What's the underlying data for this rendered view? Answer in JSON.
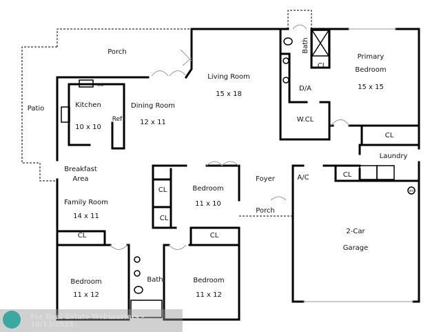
{
  "rooms": {
    "porch_top": "Porch",
    "patio": "Patio",
    "kitchen": {
      "name": "Kitchen",
      "size": "10 x 10"
    },
    "ref": "Ref",
    "dw": "DW",
    "dining": {
      "name": "Dining Room",
      "size": "12 x 11"
    },
    "living": {
      "name": "Living Room",
      "size": "15 x 18"
    },
    "bath_primary": "Bath",
    "cl_bath": "CL",
    "primary": {
      "name1": "Primary",
      "name2": "Bedroom",
      "size": "15 x 15"
    },
    "da": "D/A",
    "wcl": "W.CL",
    "cl_primary": "CL",
    "laundry": "Laundry",
    "cl_laundry": "CL",
    "ac": "A/C",
    "breakfast": {
      "name1": "Breakfast",
      "name2": "Area"
    },
    "family": {
      "name": "Family Room",
      "size": "14 x 11"
    },
    "cl_family": "CL",
    "cl_mid1": "CL",
    "cl_mid2": "CL",
    "bedroom_mid": {
      "name": "Bedroom",
      "size": "11 x 10"
    },
    "foyer": "Foyer",
    "porch_front": "Porch",
    "garage": {
      "name1": "2-Car",
      "name2": "Garage"
    },
    "cl_right_bed": "CL",
    "bedroom_left": {
      "name": "Bedroom",
      "size": "11 x 12"
    },
    "bath_hall": "Bath",
    "bedroom_right": {
      "name": "Bedroom",
      "size": "11 x 12"
    },
    "wh": "WH"
  },
  "watermark": {
    "text": "For Real Estate Webmasters - 10/13/2024"
  }
}
